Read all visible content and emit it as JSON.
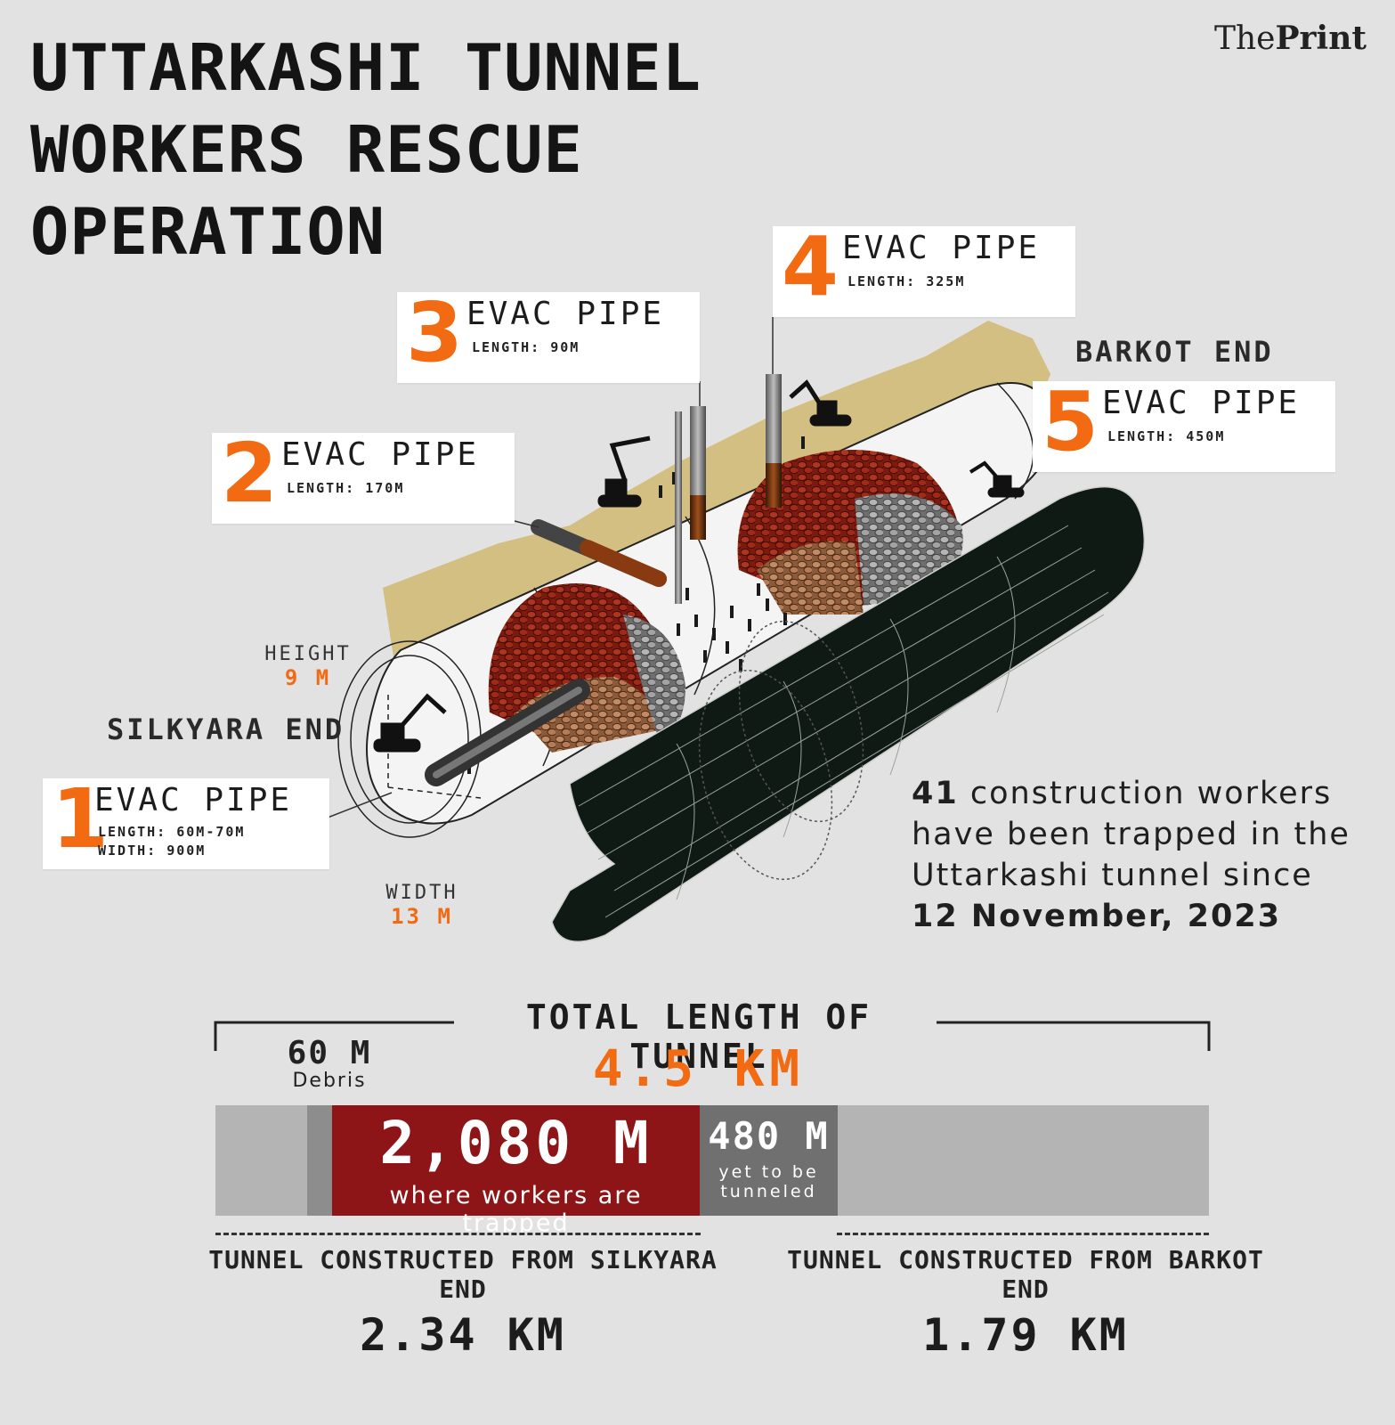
{
  "title": {
    "line1": "UTTARKASHI TUNNEL",
    "line2": "WORKERS RESCUE",
    "line3": "OPERATION"
  },
  "brand": {
    "the": "The",
    "print": "Print"
  },
  "pipes": [
    {
      "num": "1",
      "head": "EVAC PIPE",
      "line1": "LENGTH: 60M-70M",
      "line2": "WIDTH: 900M"
    },
    {
      "num": "2",
      "head": "EVAC PIPE",
      "line1": "LENGTH: 170M"
    },
    {
      "num": "3",
      "head": "EVAC PIPE",
      "line1": "LENGTH: 90M"
    },
    {
      "num": "4",
      "head": "EVAC PIPE",
      "line1": "LENGTH: 325M"
    },
    {
      "num": "5",
      "head": "EVAC PIPE",
      "line1": "LENGTH: 450M"
    }
  ],
  "ends": {
    "silkyara": "SILKYARA END",
    "barkot": "BARKOT END"
  },
  "dimensions": {
    "height_label": "HEIGHT",
    "height_value": "9 M",
    "width_label": "WIDTH",
    "width_value": "13 M"
  },
  "note": {
    "count": "41",
    "line1_rest": " construction workers",
    "line2": "have been trapped in the",
    "line3": "Uttarkashi tunnel since",
    "date": "12 November, 2023"
  },
  "bar": {
    "title": "TOTAL LENGTH OF TUNNEL",
    "total": "4.5 KM",
    "debris_value": "60 M",
    "debris_caption": "Debris",
    "trapped_value": "2,080 M",
    "trapped_caption": "where workers are trapped",
    "remaining_value": "480 M",
    "remaining_caption_1": "yet to be",
    "remaining_caption_2": "tunneled",
    "silkyara_label": "TUNNEL CONSTRUCTED FROM SILKYARA END",
    "silkyara_value": "2.34 KM",
    "barkot_label": "TUNNEL CONSTRUCTED FROM BARKOT END",
    "barkot_value": "1.79 KM"
  },
  "colors": {
    "accent": "#f26a12",
    "trapped": "#8e1517",
    "debris": "#8d8d8d",
    "remaining": "#707070",
    "constructed": "#b4b4b4",
    "liner": "#0f1a14",
    "soil": "#d3bf82"
  }
}
